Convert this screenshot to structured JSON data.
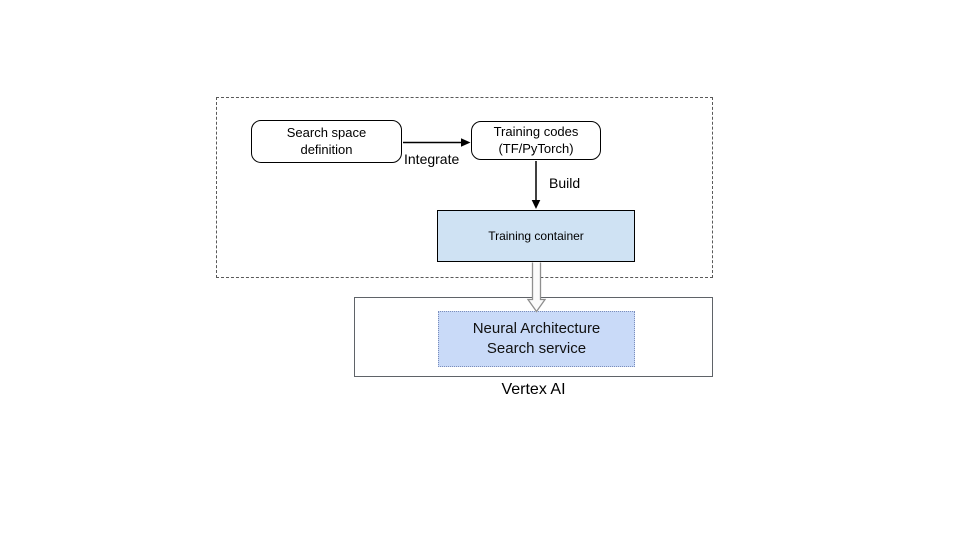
{
  "diagram": {
    "background": "#ffffff",
    "setup_group": {
      "search_space_box": {
        "line1": "Search space",
        "line2": "definition"
      },
      "training_codes_box": {
        "line1": "Training codes",
        "line2": "(TF/PyTorch)"
      },
      "integrate_arrow_label": "Integrate",
      "build_arrow_label": "Build",
      "training_container_box": {
        "label": "Training container",
        "fill": "#cfe2f3"
      }
    },
    "vertex_group": {
      "nas_service_box": {
        "line1": "Neural Architecture",
        "line2": "Search service",
        "fill": "#c9daf8"
      },
      "caption": "Vertex AI"
    },
    "colors": {
      "dashed_group_border": "#595959",
      "vertex_box_border": "#5f6368",
      "node_border": "#000000",
      "nas_box_border": "#7b8dbb",
      "arrow_stroke": "#000000",
      "hollow_arrow_stroke": "#8f8f8f",
      "text": "#000000"
    }
  }
}
